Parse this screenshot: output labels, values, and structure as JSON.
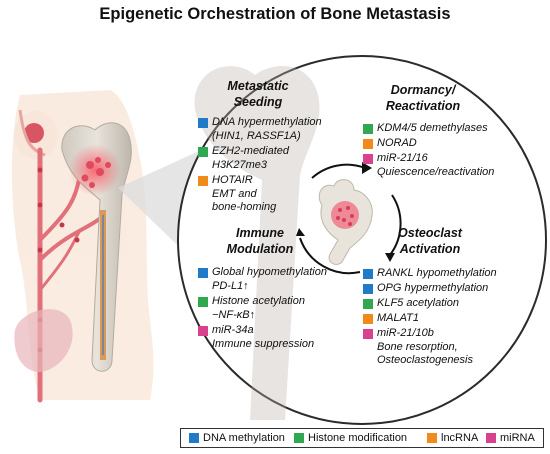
{
  "title": "Epigenetic Orchestration of Bone Metastasis",
  "colors": {
    "dna_methylation": "#1f7bc8",
    "histone_modification": "#2fa84f",
    "lncrna": "#f08a1a",
    "mirna": "#d9418f"
  },
  "sections": {
    "metastatic_seeding": {
      "title_line1": "Metastatic",
      "title_line2": "Seeding",
      "items": [
        {
          "line1": "DNA hypermethylation",
          "line2": "(HIN1, RASSF1A)",
          "type": "dna_methylation"
        },
        {
          "line1": "EZH2-mediated",
          "line2": "H3K27me3",
          "type": "histone_modification"
        },
        {
          "line1": "HOTAIR",
          "line2": "EMT and",
          "line3": "bone-homing",
          "type": "lncrna"
        }
      ]
    },
    "dormancy_reactivation": {
      "title_line1": "Dormancy/",
      "title_line2": "Reactivation",
      "items": [
        {
          "line1": "KDM4/5 demethylases",
          "type": "histone_modification"
        },
        {
          "line1": "NORAD",
          "type": "lncrna"
        },
        {
          "line1": "miR-21/16",
          "line2": "Quiescence/reactivation",
          "type": "mirna"
        }
      ]
    },
    "immune_modulation": {
      "title_line1": "Immune",
      "title_line2": "Modulation",
      "items": [
        {
          "line1": "Global hypomethylation",
          "line2": "PD-L1↑",
          "type": "dna_methylation"
        },
        {
          "line1": "Histone acetylation",
          "line2": "−NF-κB↑",
          "type": "histone_modification"
        },
        {
          "line1": "miR-34a",
          "line2": "Immune suppression",
          "type": "mirna"
        }
      ]
    },
    "osteoclast_activation": {
      "title_line1": "Osteoclast",
      "title_line2": "Activation",
      "items": [
        {
          "line1": "RANKL hypomethylation",
          "type": "dna_methylation"
        },
        {
          "line1": "OPG hypermethylation",
          "type": "dna_methylation"
        },
        {
          "line1": "KLF5 acetylation",
          "type": "histone_modification"
        },
        {
          "line1": "MALAT1",
          "type": "lncrna"
        },
        {
          "line1": "miR-21/10b",
          "line2": "Bone resorption,",
          "line3": "Osteoclastogenesis",
          "type": "mirna"
        }
      ]
    }
  },
  "legend": [
    {
      "label": "DNA methylation",
      "type": "dna_methylation"
    },
    {
      "label": "Histone modification",
      "type": "histone_modification"
    },
    {
      "label": "lncRNA",
      "type": "lncrna"
    },
    {
      "label": "miRNA",
      "type": "mirna"
    }
  ],
  "icons": {
    "body": "female-torso-illustration",
    "femur": "femur-bone-icon",
    "bone_center": "bone-tumor-icon",
    "cycle": "cycle-arrows-icon"
  }
}
